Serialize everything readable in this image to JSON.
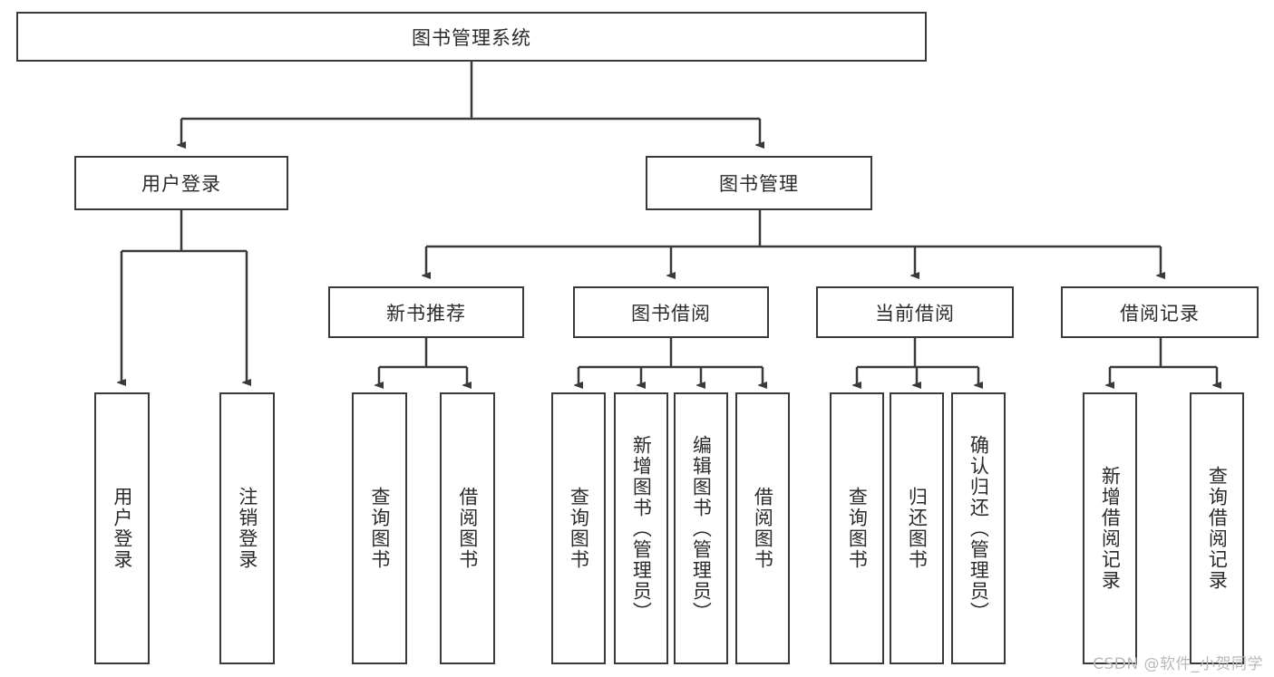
{
  "diagram": {
    "type": "tree-hierarchy",
    "title": "图书管理系统",
    "root": {
      "id": "root",
      "label": "图书管理系统"
    },
    "level2": [
      {
        "id": "user-login",
        "label": "用户登录"
      },
      {
        "id": "book-manage",
        "label": "图书管理"
      }
    ],
    "level3": [
      {
        "id": "new-book-recommend",
        "label": "新书推荐",
        "parent": "book-manage"
      },
      {
        "id": "book-borrow",
        "label": "图书借阅",
        "parent": "book-manage"
      },
      {
        "id": "current-borrow",
        "label": "当前借阅",
        "parent": "book-manage"
      },
      {
        "id": "borrow-record",
        "label": "借阅记录",
        "parent": "book-manage"
      }
    ],
    "leaves": {
      "user_login": [
        {
          "id": "leaf-user-login",
          "label": "用户登录"
        },
        {
          "id": "leaf-logout-login",
          "label": "注销登录"
        }
      ],
      "new_book_recommend": [
        {
          "id": "leaf-query-book-1",
          "label": "查询图书"
        },
        {
          "id": "leaf-borrow-book-1",
          "label": "借阅图书"
        }
      ],
      "book_borrow": [
        {
          "id": "leaf-query-book-2",
          "label": "查询图书"
        },
        {
          "id": "leaf-add-book",
          "label": "新增图书（管理员）"
        },
        {
          "id": "leaf-edit-book",
          "label": "编辑图书（管理员）"
        },
        {
          "id": "leaf-borrow-book-2",
          "label": "借阅图书"
        }
      ],
      "current_borrow": [
        {
          "id": "leaf-query-book-3",
          "label": "查询图书"
        },
        {
          "id": "leaf-return-book",
          "label": "归还图书"
        },
        {
          "id": "leaf-confirm-return",
          "label": "确认归还（管理员）"
        }
      ],
      "borrow_record": [
        {
          "id": "leaf-add-record",
          "label": "新增借阅记录"
        },
        {
          "id": "leaf-query-record",
          "label": "查询借阅记录"
        }
      ]
    },
    "colors": {
      "stroke": "#3a3a3a",
      "text": "#2b2b2b",
      "background": "#ffffff",
      "watermark": "#b9b9b9"
    }
  },
  "watermark": {
    "text": "CSDN @软件_小贺同学"
  }
}
